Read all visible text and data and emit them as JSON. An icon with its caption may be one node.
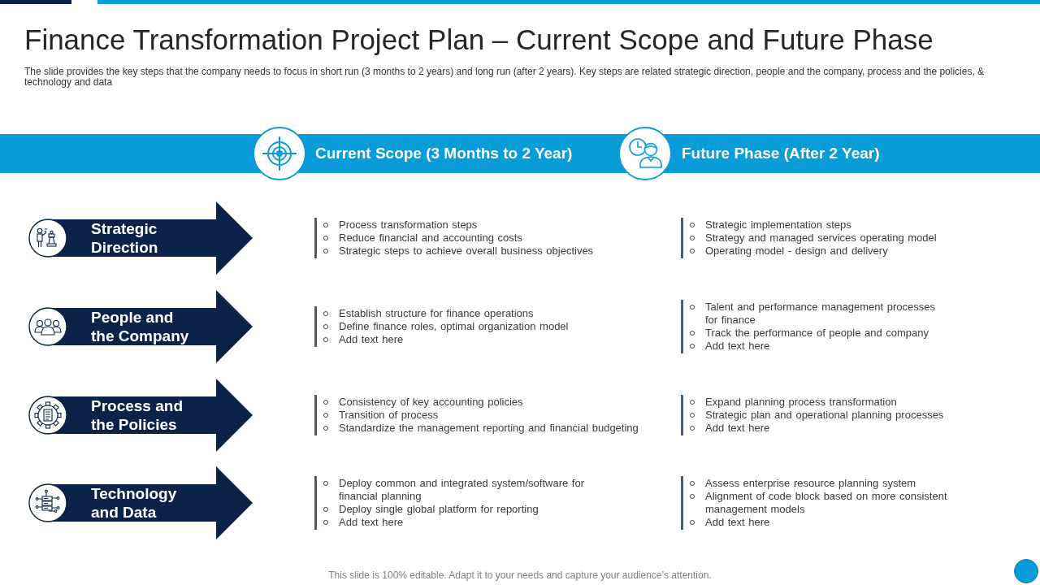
{
  "diagram": {
    "title": "Finance Transformation Project Plan – Current Scope and Future Phase",
    "nodes": [
      {
        "text": [
          "Current Scope (3 Months to 2 Year)",
          "Future Phase (After 2 Year)"
        ]
      },
      {
        "text": [
          "Strategic Direction"
        ]
      },
      {
        "text": [
          "Process transformation steps",
          "Reduce financial and accounting costs",
          "Strategic steps to achieve overall business objectives"
        ]
      },
      {
        "text": [
          "Strategic implementation steps",
          "Strategy and managed services operating model",
          "Operating model - design and delivery"
        ]
      },
      {
        "text": [
          "People and the Company"
        ]
      },
      {
        "text": [
          "Establish structure for finance operations",
          "Define finance roles, optimal organization model",
          "Add text here"
        ]
      },
      {
        "text": [
          "Talent and performance management processes for finance",
          "Track the performance of people and company",
          "Add text here"
        ]
      },
      {
        "text": [
          "Process and the Policies"
        ]
      },
      {
        "text": [
          "Consistency of key accounting policies",
          "Transition of process",
          "Standardize the management reporting and financial budgeting"
        ]
      },
      {
        "text": [
          "Expand planning process transformation",
          "Strategic plan and operational planning processes",
          "Add text here"
        ]
      },
      {
        "text": [
          "Technology and Data"
        ]
      },
      {
        "text": [
          "Deploy common and integrated system/software for financial planning",
          "Deploy single global platform for reporting",
          "Add text here"
        ]
      },
      {
        "text": [
          "Assess enterprise resource planning system",
          "Alignment of code block based on more consistent management models",
          "Add text here"
        ]
      }
    ],
    "labels": [
      "The slide provides the key steps that the company needs to focus in short run (3 months to 2 years) and long run (after 2 years). Key steps are related strategic direction, people and the company, process and the policies, & technology and data",
      "This slide is 100% editable. Adapt it to your needs and capture your audience’s attention."
    ]
  }
}
